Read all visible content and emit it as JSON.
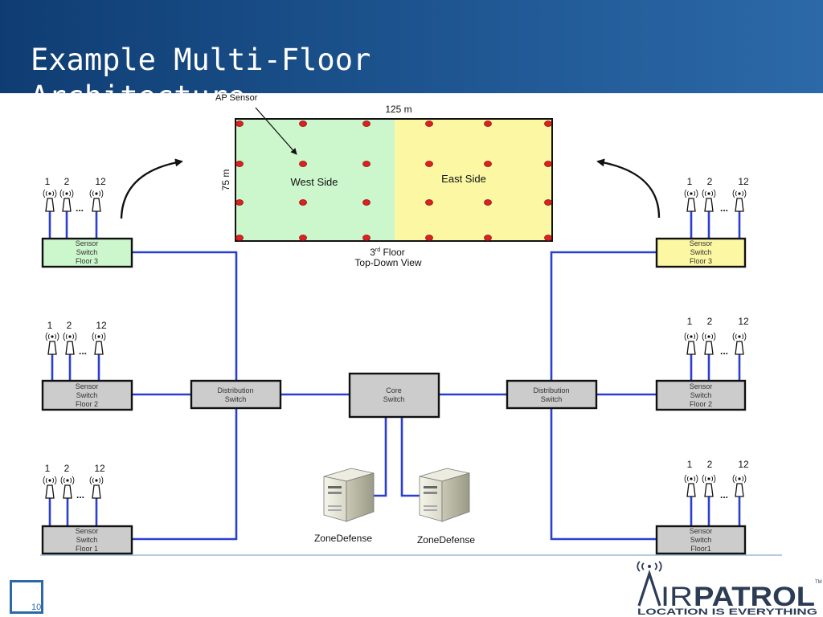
{
  "title": "Example Multi-Floor Architecture",
  "slide_number": "10",
  "colors": {
    "link": "#2a3fd0",
    "west": "#ccf7cc",
    "east": "#fbf7a3",
    "sensor_floor3_left": "#ccf7cc",
    "sensor_floor3_right": "#fbf7a3",
    "switch_gray": "#cccccc",
    "dot": "#e02020",
    "header": "#1d548f"
  },
  "floorplan": {
    "pointer_label": "AP Sensor",
    "width_label": "125 m",
    "height_label": "75 m",
    "west_label": "West Side",
    "east_label": "East Side",
    "caption_floor_num": "3",
    "caption_floor_sup": "rd",
    "caption_floor_word": " Floor",
    "caption_view": "Top-Down View"
  },
  "sensor_numbers": [
    "1",
    "2",
    "12"
  ],
  "left_switches": [
    {
      "line1": "Sensor",
      "line2": "Switch",
      "line3": "Floor 3"
    },
    {
      "line1": "Sensor",
      "line2": "Switch",
      "line3": "Floor 2"
    },
    {
      "line1": "Sensor",
      "line2": "Switch",
      "line3": "Floor 1"
    }
  ],
  "right_switches": [
    {
      "line1": "Sensor",
      "line2": "Switch",
      "line3": "Floor 3"
    },
    {
      "line1": "Sensor",
      "line2": "Switch",
      "line3": "Floor 2"
    },
    {
      "line1": "Sensor",
      "line2": "Switch",
      "line3": "Floor1"
    }
  ],
  "distribution": {
    "line1": "Distribution",
    "line2": "Switch"
  },
  "core": {
    "line1": "Core",
    "line2": "Switch"
  },
  "servers": [
    "ZoneDefense",
    "ZoneDefense"
  ],
  "logo": {
    "brand_a": "IR",
    "brand_b": "PATROL",
    "tm": "TM",
    "tagline": "LOCATION IS EVERYTHING"
  }
}
